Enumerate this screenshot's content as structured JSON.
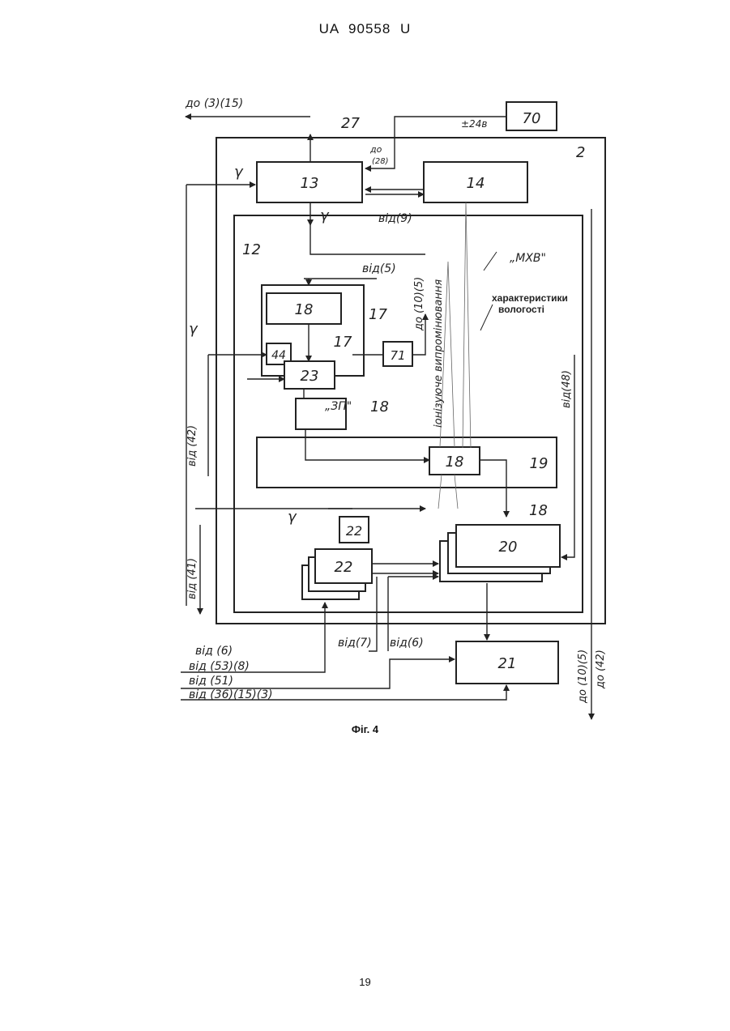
{
  "header": {
    "doc_id": "UA   90558   U"
  },
  "figure": {
    "caption": "Фіг. 4",
    "blocks": {
      "b70": "70",
      "b13": "13",
      "b14": "14",
      "b18_top": "18",
      "b17": "17",
      "b44": "44",
      "b23": "23",
      "b71": "71",
      "b18_main": "18",
      "b19": "19",
      "b22_small": "22",
      "b22": "22",
      "b20": "20",
      "b21": "21"
    },
    "labels": {
      "l2": "2",
      "l12": "12",
      "l27": "27",
      "l17_side": "17",
      "l18_arrow1": "18",
      "l18_arrow2": "18",
      "gamma1": "γ",
      "gamma2": "γ",
      "gamma3": "γ",
      "gamma4": "γ",
      "to_3_15": "до (3)(15)",
      "pm24v": "±24в",
      "to_28_a": "до",
      "to_28_b": "(28)",
      "from_9": "від(9)",
      "from_5": "від(5)",
      "to_10_5_mid": "до (10)(5)",
      "ionizing": "іонізуюче випромінювання",
      "mhv": "„МХВ\"",
      "humidity_1": "характеристики",
      "humidity_2": "вологості",
      "zp": "„ЗП\"",
      "from_48": "від(48)",
      "from_42": "від (42)",
      "from_41": "від (41)",
      "from_6_left": "від (6)",
      "from_7": "від(7)",
      "from_6": "від(6)",
      "from_53_8": "від (53)(8)",
      "from_51": "від (51)",
      "from_36_15_3": "від (36)(15)(3)",
      "to_10_5_right": "до (10)(5)",
      "to_42_right": "до (42)"
    }
  },
  "footer": {
    "page_number": "19"
  }
}
